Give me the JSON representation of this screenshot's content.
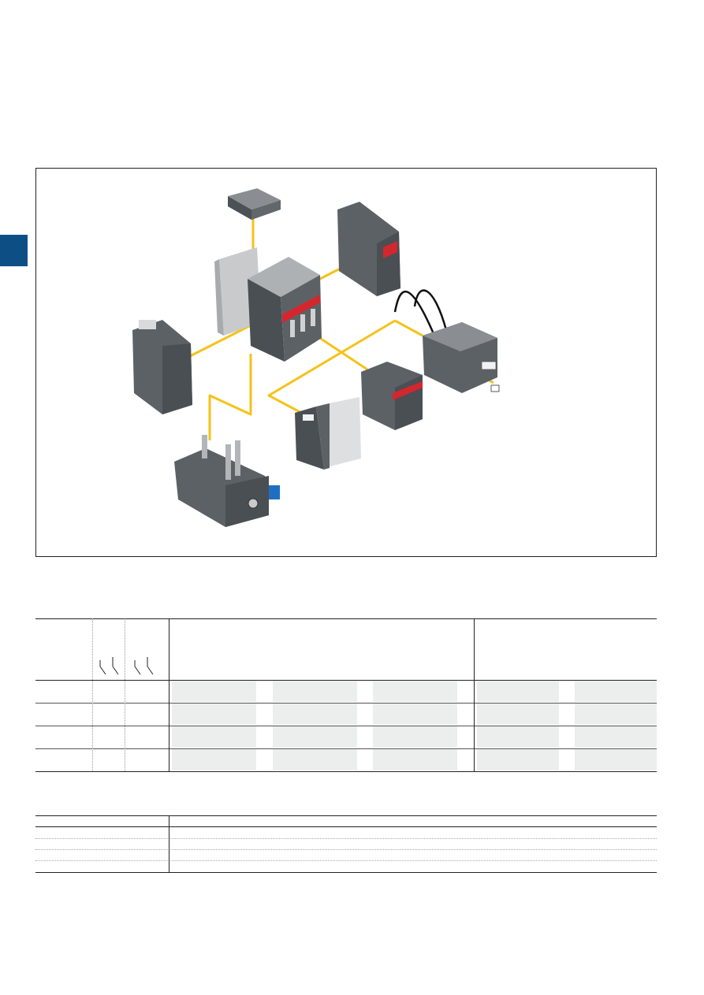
{
  "page": {
    "side_tab_color": "#0d4f85",
    "side_tab_icon": "section-tab"
  },
  "figure": {
    "connector_color": "#f5c21a",
    "device_color": "#5c6166",
    "device_dark": "#3f4448",
    "device_light": "#c8cacc",
    "brand_stripe_color": "#d6262d",
    "accent_blue": "#1e6fc2",
    "components": [
      {
        "icon": "cover-cap-icon"
      },
      {
        "icon": "contactor-icon"
      },
      {
        "icon": "side-auxiliary-contact-icon-right"
      },
      {
        "icon": "side-auxiliary-contact-icon-left"
      },
      {
        "icon": "surge-suppressor-icon"
      },
      {
        "icon": "front-auxiliary-block-icon"
      },
      {
        "icon": "single-pole-auxiliary-blocks-icon"
      },
      {
        "icon": "thermal-overload-relay-icon"
      }
    ]
  },
  "table1": {
    "contact_symbols": [
      "contact-pair-icon",
      "contact-pair-icon"
    ],
    "shade_color": "#eceeee",
    "row_count": 4
  },
  "table2": {
    "row_count": 4
  }
}
